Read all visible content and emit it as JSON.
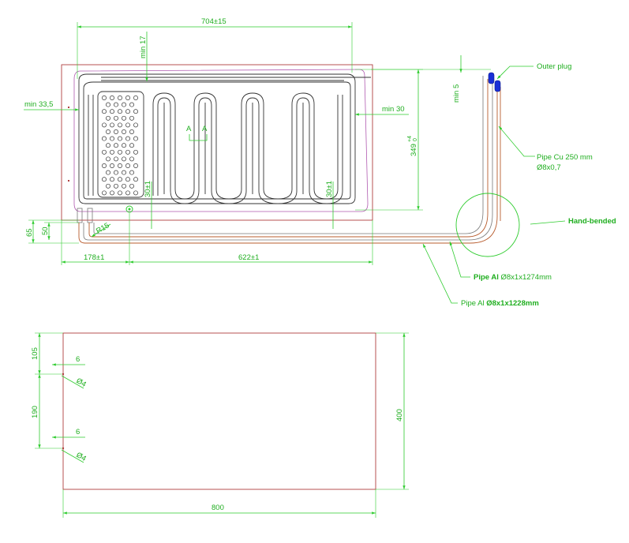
{
  "top_view": {
    "dim_width": "704±15",
    "dim_min17": "min 17",
    "dim_min33": "min 33,5",
    "dim_min30": "min 30",
    "dim_min5": "min 5",
    "dim_height": "349",
    "dim_height_tol": "+4",
    "dim_height_tol2": "0",
    "dim_65": "65",
    "dim_50": "50",
    "dim_178": "178±1",
    "dim_622": "622±1",
    "dim_r15": "R15",
    "dim_30a": "30±1",
    "dim_30b": "30±1",
    "section_a1": "A",
    "section_a2": "A"
  },
  "callouts": {
    "outer_plug": "Outer plug",
    "pipe_cu_line1": "Pipe Cu 250 mm",
    "pipe_cu_line2": "Ø8x0,7",
    "hand_bended": "Hand-bended",
    "pipe_al_1274_a": "Pipe Al ",
    "pipe_al_1274_b": "Ø8x1x1274mm",
    "pipe_al_1228_a": "Pipe Al ",
    "pipe_al_1228_b": "Ø8x1x1228mm"
  },
  "bottom_view": {
    "dim_105": "105",
    "dim_190": "190",
    "dim_6a": "6",
    "dim_6b": "6",
    "dim_d4a": "Ø4",
    "dim_d4b": "Ø4",
    "dim_400": "400",
    "dim_800": "800"
  }
}
